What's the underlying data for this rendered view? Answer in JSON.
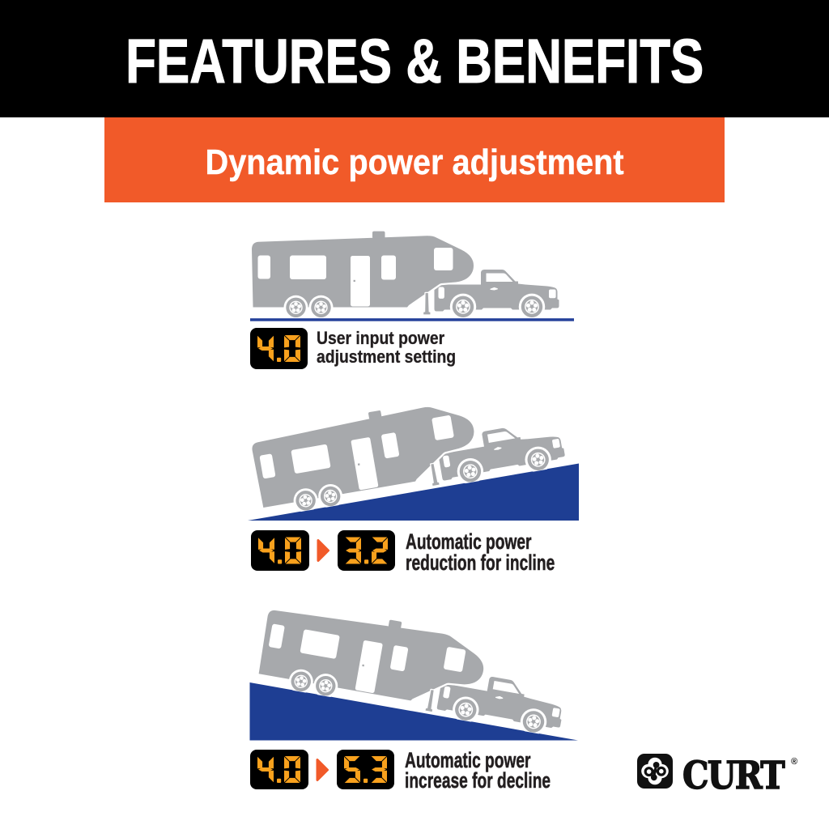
{
  "header": {
    "title": "FEATURES & BENEFITS"
  },
  "subheader": {
    "title": "Dynamic power adjustment"
  },
  "colors": {
    "banner_black": "#000000",
    "accent_orange": "#F15A29",
    "terrain_blue": "#1E3E93",
    "silhouette_gray": "#A7A9AC",
    "led_amber": "#F9A11D",
    "led_background": "#000000",
    "text_dark": "#231F20"
  },
  "scenes": [
    {
      "id": "flat",
      "terrain": "flat ground",
      "displays": [
        {
          "value": "4.0"
        }
      ],
      "caption": {
        "line1": "User input power",
        "line2": "adjustment setting"
      }
    },
    {
      "id": "incline",
      "terrain": "incline",
      "displays": [
        {
          "value": "4.0"
        },
        {
          "value": "3.2"
        }
      ],
      "caption": {
        "line1": "Automatic power",
        "line2": "reduction for incline"
      }
    },
    {
      "id": "decline",
      "terrain": "decline",
      "displays": [
        {
          "value": "4.0"
        },
        {
          "value": "5.3"
        }
      ],
      "caption": {
        "line1": "Automatic power",
        "line2": "increase for decline"
      }
    }
  ],
  "logo": {
    "brand": "CURT",
    "registered": "®"
  }
}
